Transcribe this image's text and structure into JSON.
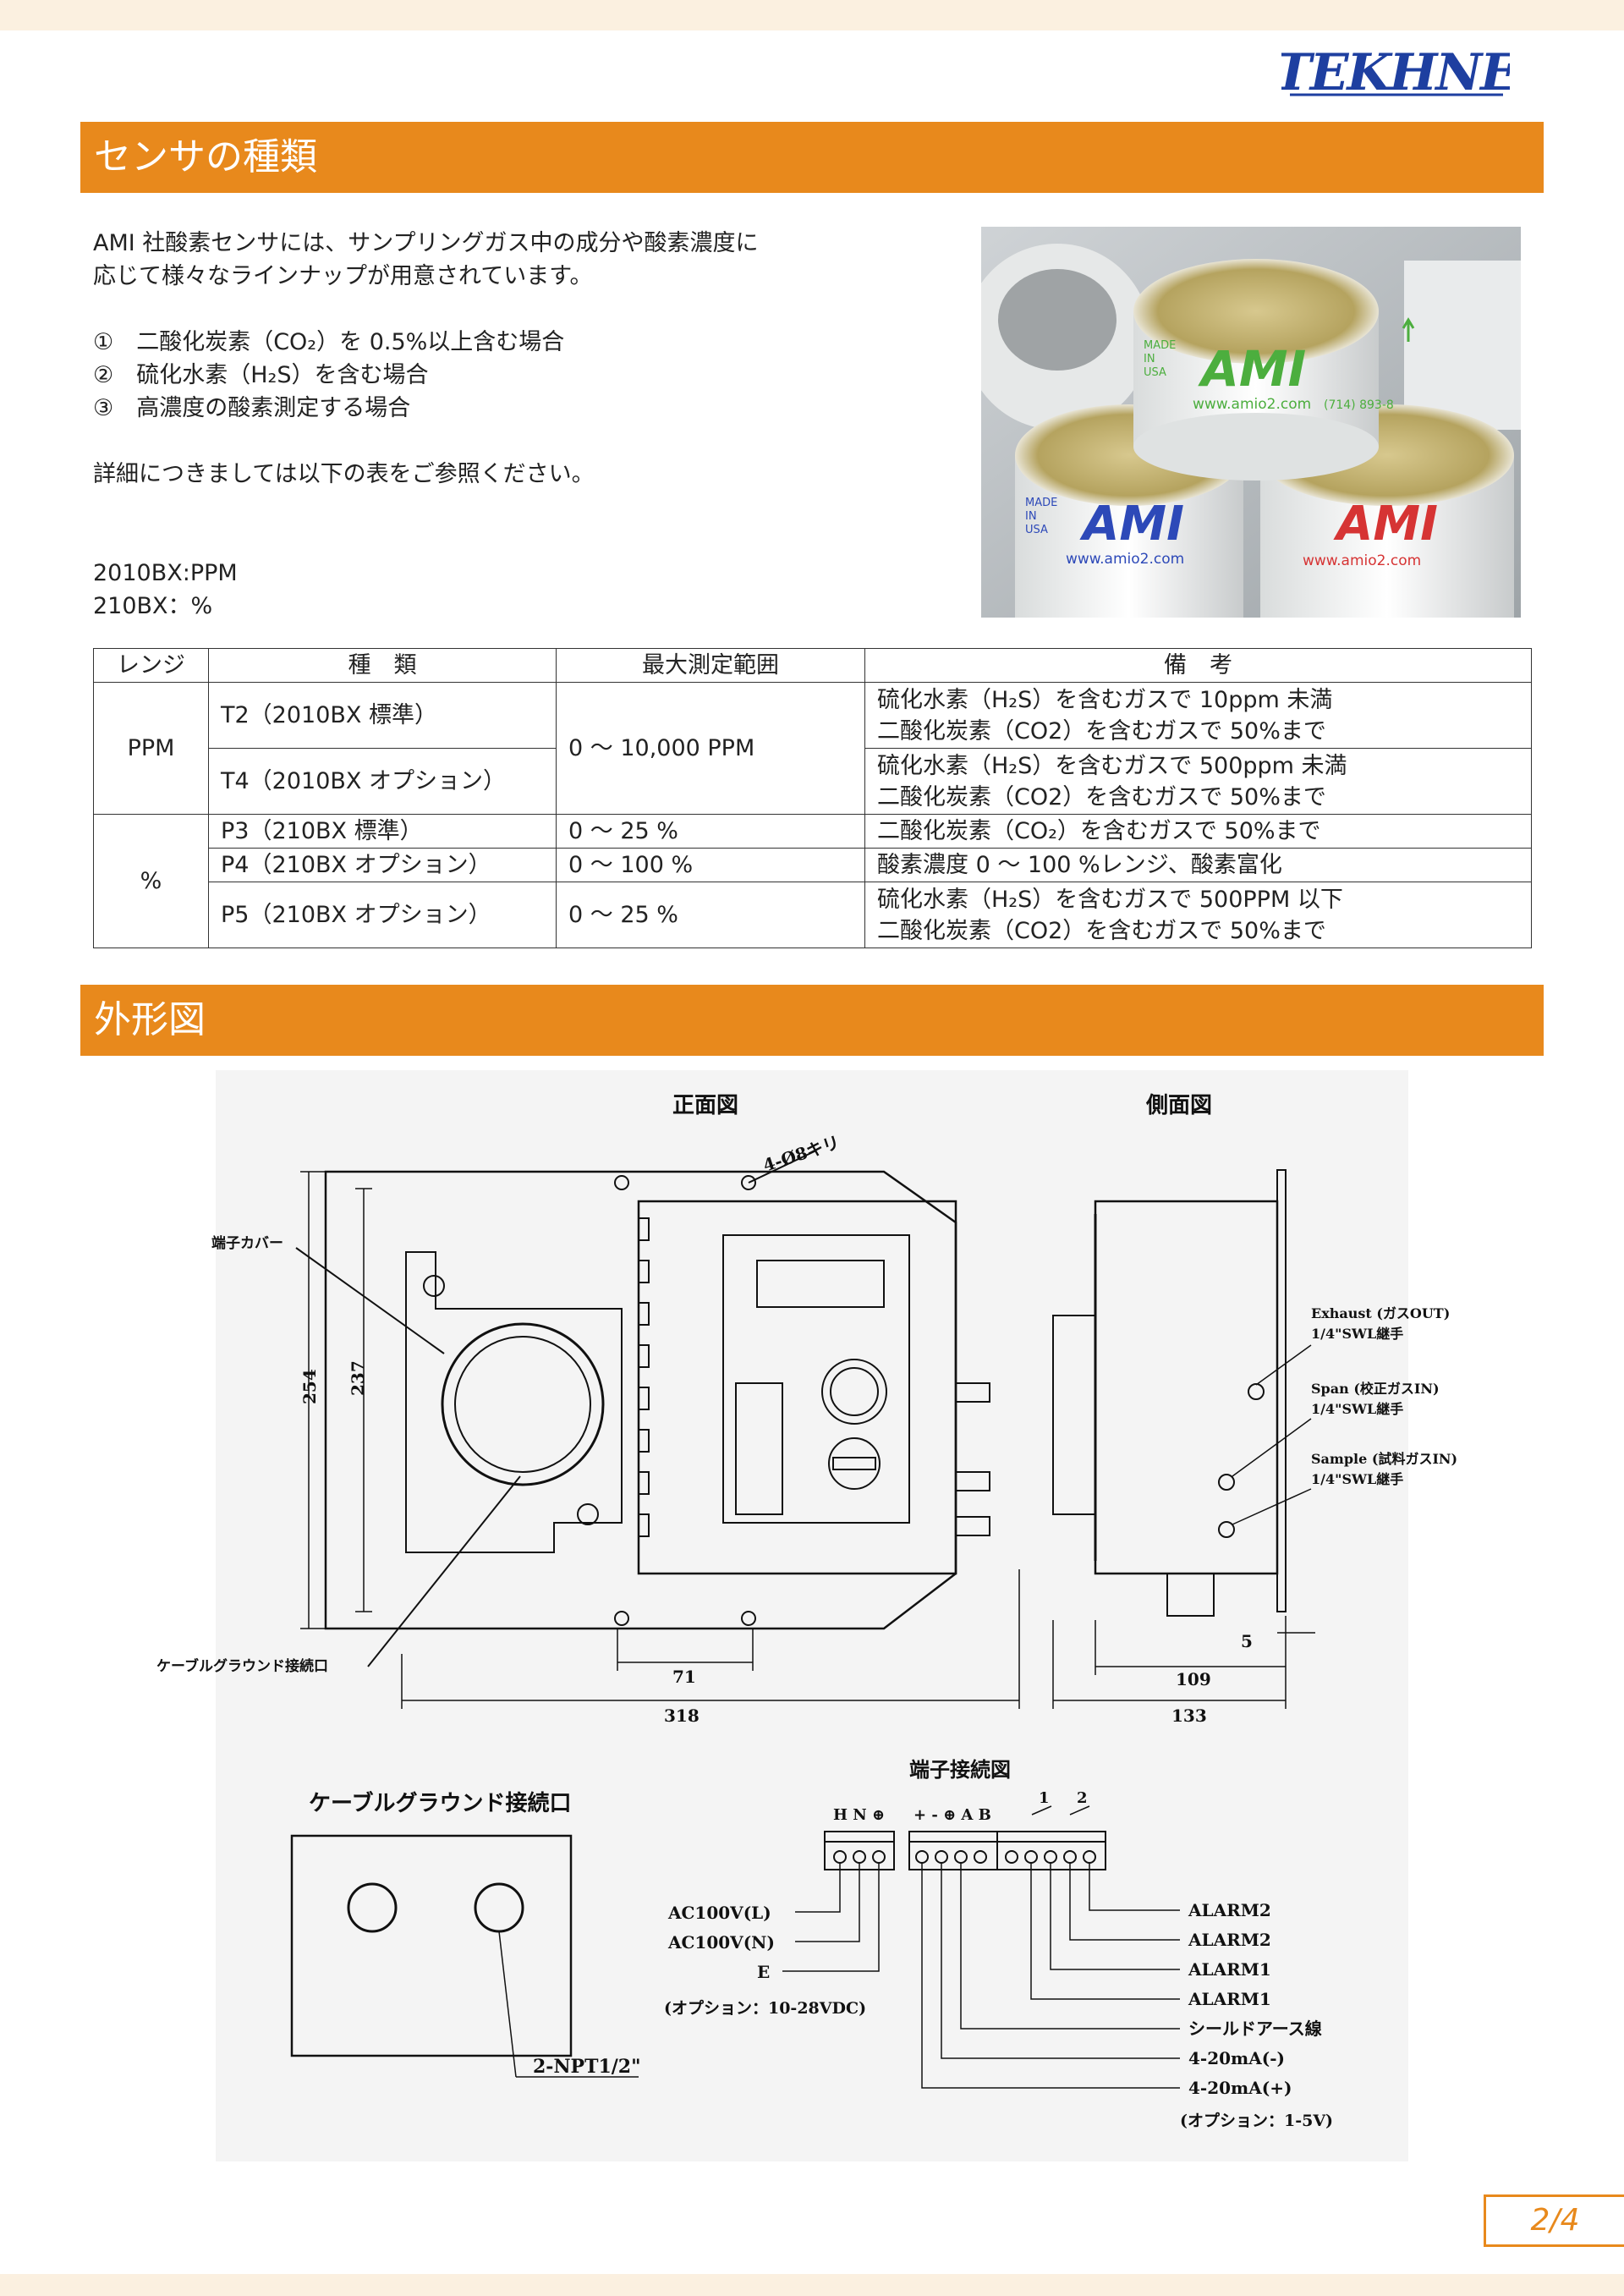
{
  "brand": {
    "logo_text": "TEKHNE",
    "accent": "#e8891c",
    "logo_color": "#1e3fa0"
  },
  "sections": [
    {
      "title": "センサの種類"
    },
    {
      "title": "外形図"
    }
  ],
  "intro": {
    "lines": [
      "AMI 社酸素センサには、サンプリングガス中の成分や酸素濃度に",
      "応じて様々なラインナップが用意されています。"
    ],
    "cases": [
      "①　二酸化炭素（CO₂）を 0.5%以上含む場合",
      "②　硫化水素（H₂S）を含む場合",
      "③　高濃度の酸素測定する場合"
    ],
    "note": "詳細につきましては以下の表をご参照ください。",
    "models": [
      "2010BX:PPM",
      "210BX：%"
    ]
  },
  "photo": {
    "brand": "AMI",
    "made_in": [
      "MADE",
      "IN",
      "USA"
    ],
    "url": "www.amio2.com",
    "phone": "(714) 893-8"
  },
  "table": {
    "headers": [
      "レンジ",
      "種　類",
      "最大測定範囲",
      "備　考"
    ],
    "groups": [
      {
        "range": "PPM",
        "rows": [
          {
            "type": "T2（2010BX 標準）",
            "notes": [
              "硫化水素（H₂S）を含むガスで 10ppm 未満",
              "二酸化炭素（CO2）を含むガスで 50%まで"
            ]
          },
          {
            "type": "T4（2010BX オプション）",
            "notes": [
              "硫化水素（H₂S）を含むガスで 500ppm 未満",
              "二酸化炭素（CO2）を含むガスで 50%まで"
            ]
          }
        ],
        "max": "0 ～ 10,000 PPM"
      },
      {
        "range": "%",
        "rows": [
          {
            "type": "P3（210BX 標準）",
            "max": "0 ～ 25 %",
            "notes": [
              "二酸化炭素（CO₂）を含むガスで 50%まで"
            ]
          },
          {
            "type": "P4（210BX オプション）",
            "max": "0 ～ 100 %",
            "notes": [
              "酸素濃度 0 ～ 100 %レンジ、酸素富化"
            ]
          },
          {
            "type": "P5（210BX オプション）",
            "max": "0 ～ 25 %",
            "notes": [
              "硫化水素（H₂S）を含むガスで 500PPM 以下",
              "二酸化炭素（CO2）を含むガスで 50%まで"
            ]
          }
        ]
      }
    ]
  },
  "drawing": {
    "front_title": "正面図",
    "side_title": "側面図",
    "holes": "4-Ø8キリ",
    "terminal_cover": "端子カバー",
    "cable_gland": "ケーブルグラウンド接続口",
    "dims": {
      "h254": "254",
      "h237": "237",
      "w71": "71",
      "w318": "318",
      "d5": "5",
      "d109": "109",
      "d133": "133"
    },
    "ports": [
      {
        "name": "Exhaust (ガスOUT)",
        "fitting": "1/4\"SWL継手"
      },
      {
        "name": "Span (校正ガスIN)",
        "fitting": "1/4\"SWL継手"
      },
      {
        "name": "Sample (試料ガスIN)",
        "fitting": "1/4\"SWL継手"
      }
    ],
    "gland_title": "ケーブルグラウンド接続口",
    "gland_label": "2-NPT1/2\"",
    "terminal_title": "端子接続図",
    "power_terms": "H N ⊕",
    "signal_terms": "+ - ⊕ A  B",
    "alarm_nums": [
      "1",
      "2"
    ],
    "left_labels": [
      "AC100V(L)",
      "AC100V(N)",
      "E",
      "(オプション：10-28VDC)"
    ],
    "right_labels": [
      "ALARM2",
      "ALARM2",
      "ALARM1",
      "ALARM1",
      "シールドアース線",
      "4-20mA(-)",
      "4-20mA(+)",
      "(オプション：1-5V)"
    ]
  },
  "page": {
    "number": "2/4"
  }
}
